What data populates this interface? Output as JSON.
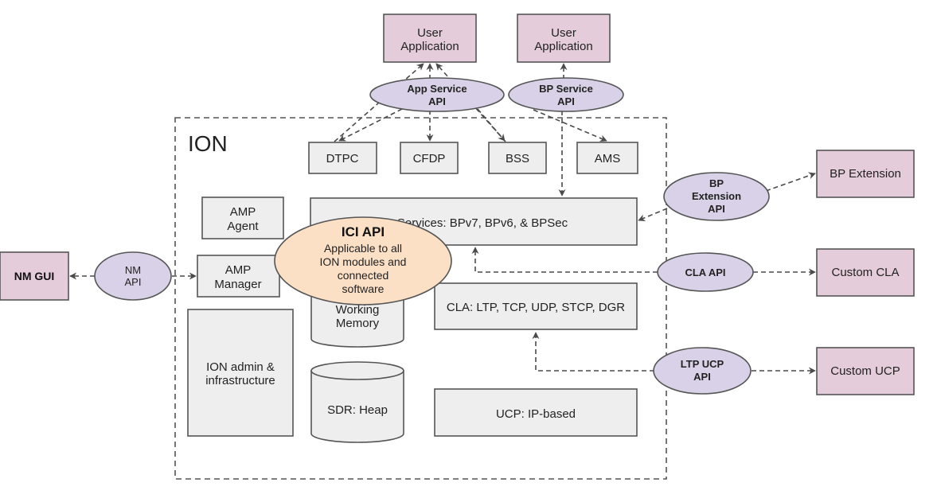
{
  "diagram": {
    "container_label": "ION",
    "external": {
      "user_app_1": [
        "User",
        "Application"
      ],
      "user_app_2": [
        "User",
        "Application"
      ],
      "nm_gui": [
        "NM GUI"
      ],
      "bp_extension": [
        "BP Extension"
      ],
      "custom_cla": [
        "Custom CLA"
      ],
      "custom_ucp": [
        "Custom UCP"
      ]
    },
    "apis": {
      "app_service": [
        "App Service",
        "API"
      ],
      "bp_service": [
        "BP Service",
        "API"
      ],
      "nm": [
        "NM",
        "API"
      ],
      "bp_extension": [
        "BP",
        "Extension",
        "API"
      ],
      "cla": [
        "CLA API"
      ],
      "ltp_ucp": [
        "LTP UCP",
        "API"
      ]
    },
    "modules": {
      "dtpc": [
        "DTPC"
      ],
      "cfdp": [
        "CFDP"
      ],
      "bss": [
        "BSS"
      ],
      "ams": [
        "AMS"
      ],
      "amp_agent": [
        "AMP",
        "Agent"
      ],
      "amp_manager": [
        "AMP",
        "Manager"
      ],
      "bp_services": [
        "Services: BPv7, BPv6, & BPSec"
      ],
      "cla": [
        "CLA: LTP, TCP, UDP, STCP, DGR"
      ],
      "ucp": [
        "UCP: IP-based"
      ],
      "ion_admin": [
        "ION admin &",
        "infrastructure"
      ]
    },
    "memory": {
      "working": [
        "Working",
        "Memory"
      ],
      "sdr_heap": [
        "SDR: Heap"
      ]
    },
    "ici": {
      "title": "ICI API",
      "body": [
        "Applicable to all",
        "ION modules and",
        "connected",
        "software"
      ]
    }
  },
  "colors": {
    "external_fill": "#e5ccda",
    "api_fill": "#d9d1e7",
    "module_fill": "#eeeeee",
    "ici_fill": "#fbe0c6",
    "stroke": "#555555"
  }
}
